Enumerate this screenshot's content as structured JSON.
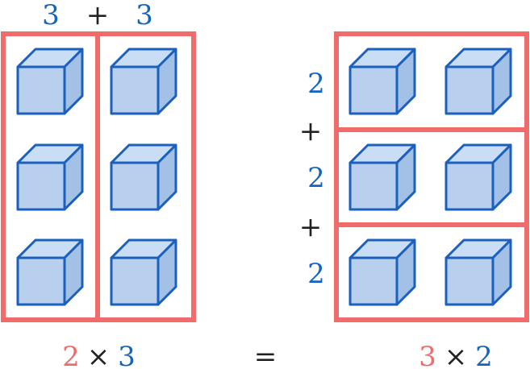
{
  "colors": {
    "blue": "#1565c0",
    "red": "#f26b6b",
    "black": "#222222",
    "cube_front": "#b8d0ee",
    "cube_top": "#c9ddf4",
    "cube_side": "#a3c0e6",
    "cube_stroke": "#1b5fbf"
  },
  "left_group": {
    "top_label_left": "3",
    "top_label_op": "+",
    "top_label_right": "3",
    "columns": 2,
    "rows": 3,
    "caption": {
      "first": "2",
      "op": "×",
      "second": "3"
    }
  },
  "equals": "=",
  "right_group": {
    "side_labels": [
      "2",
      "2",
      "2"
    ],
    "side_ops": [
      "+",
      "+"
    ],
    "columns": 2,
    "rows": 3,
    "caption": {
      "first": "3",
      "op": "×",
      "second": "2"
    }
  }
}
